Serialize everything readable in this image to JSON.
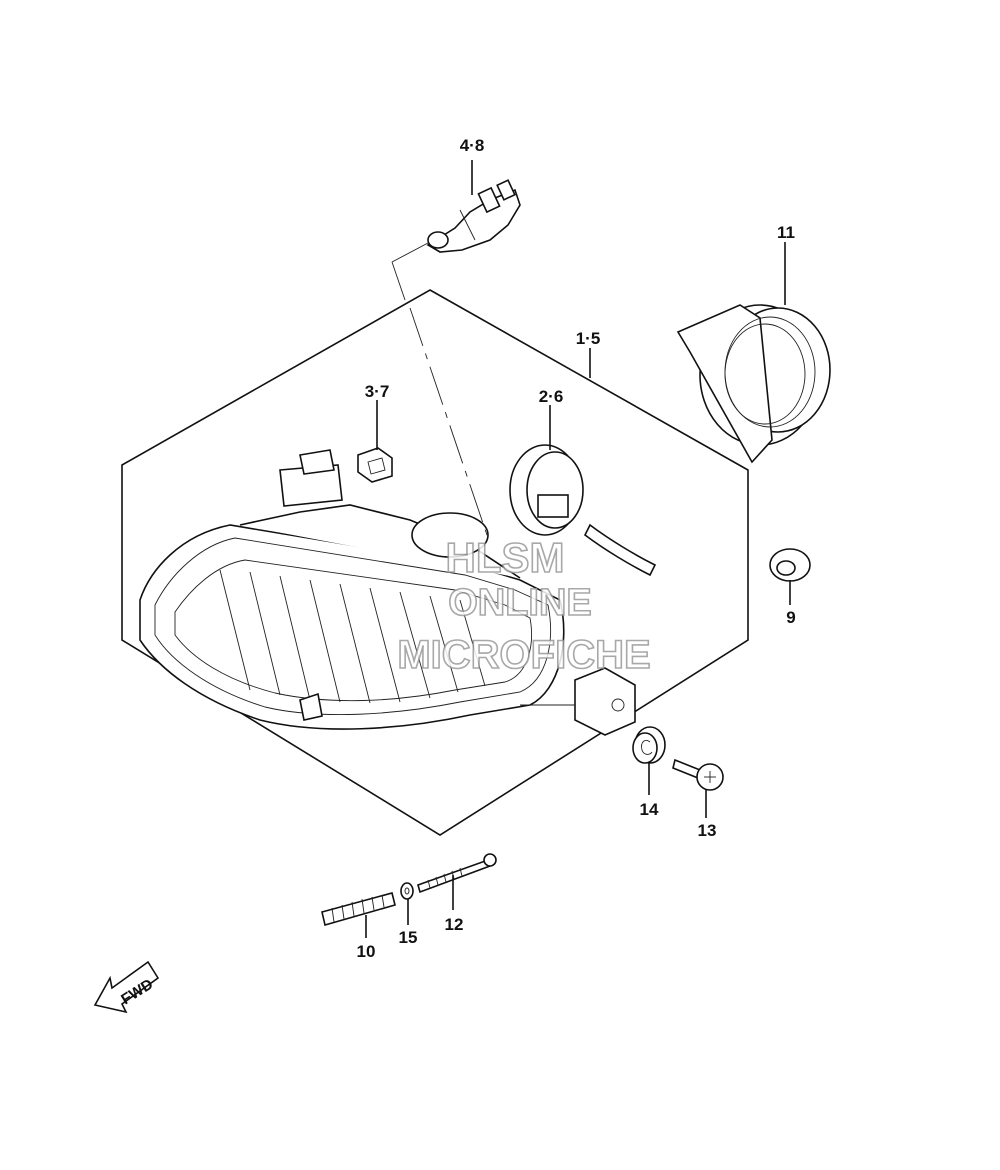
{
  "labels": {
    "bulb": "4·8",
    "housing": "1·5",
    "socket": "2·6",
    "clip": "3·7",
    "cover": "11",
    "grommet_9": "9",
    "cushion_14": "14",
    "screw_13": "13",
    "screw_12": "12",
    "washer_15": "15",
    "spring_10": "10"
  },
  "fwd_arrow": "FWD",
  "watermark": {
    "line1": "HLSM",
    "line2": "ONLINE",
    "line3": "MICROFICHE"
  },
  "colors": {
    "line": "#111111",
    "watermark_outline": "#9a9a9a",
    "background": "#ffffff"
  }
}
